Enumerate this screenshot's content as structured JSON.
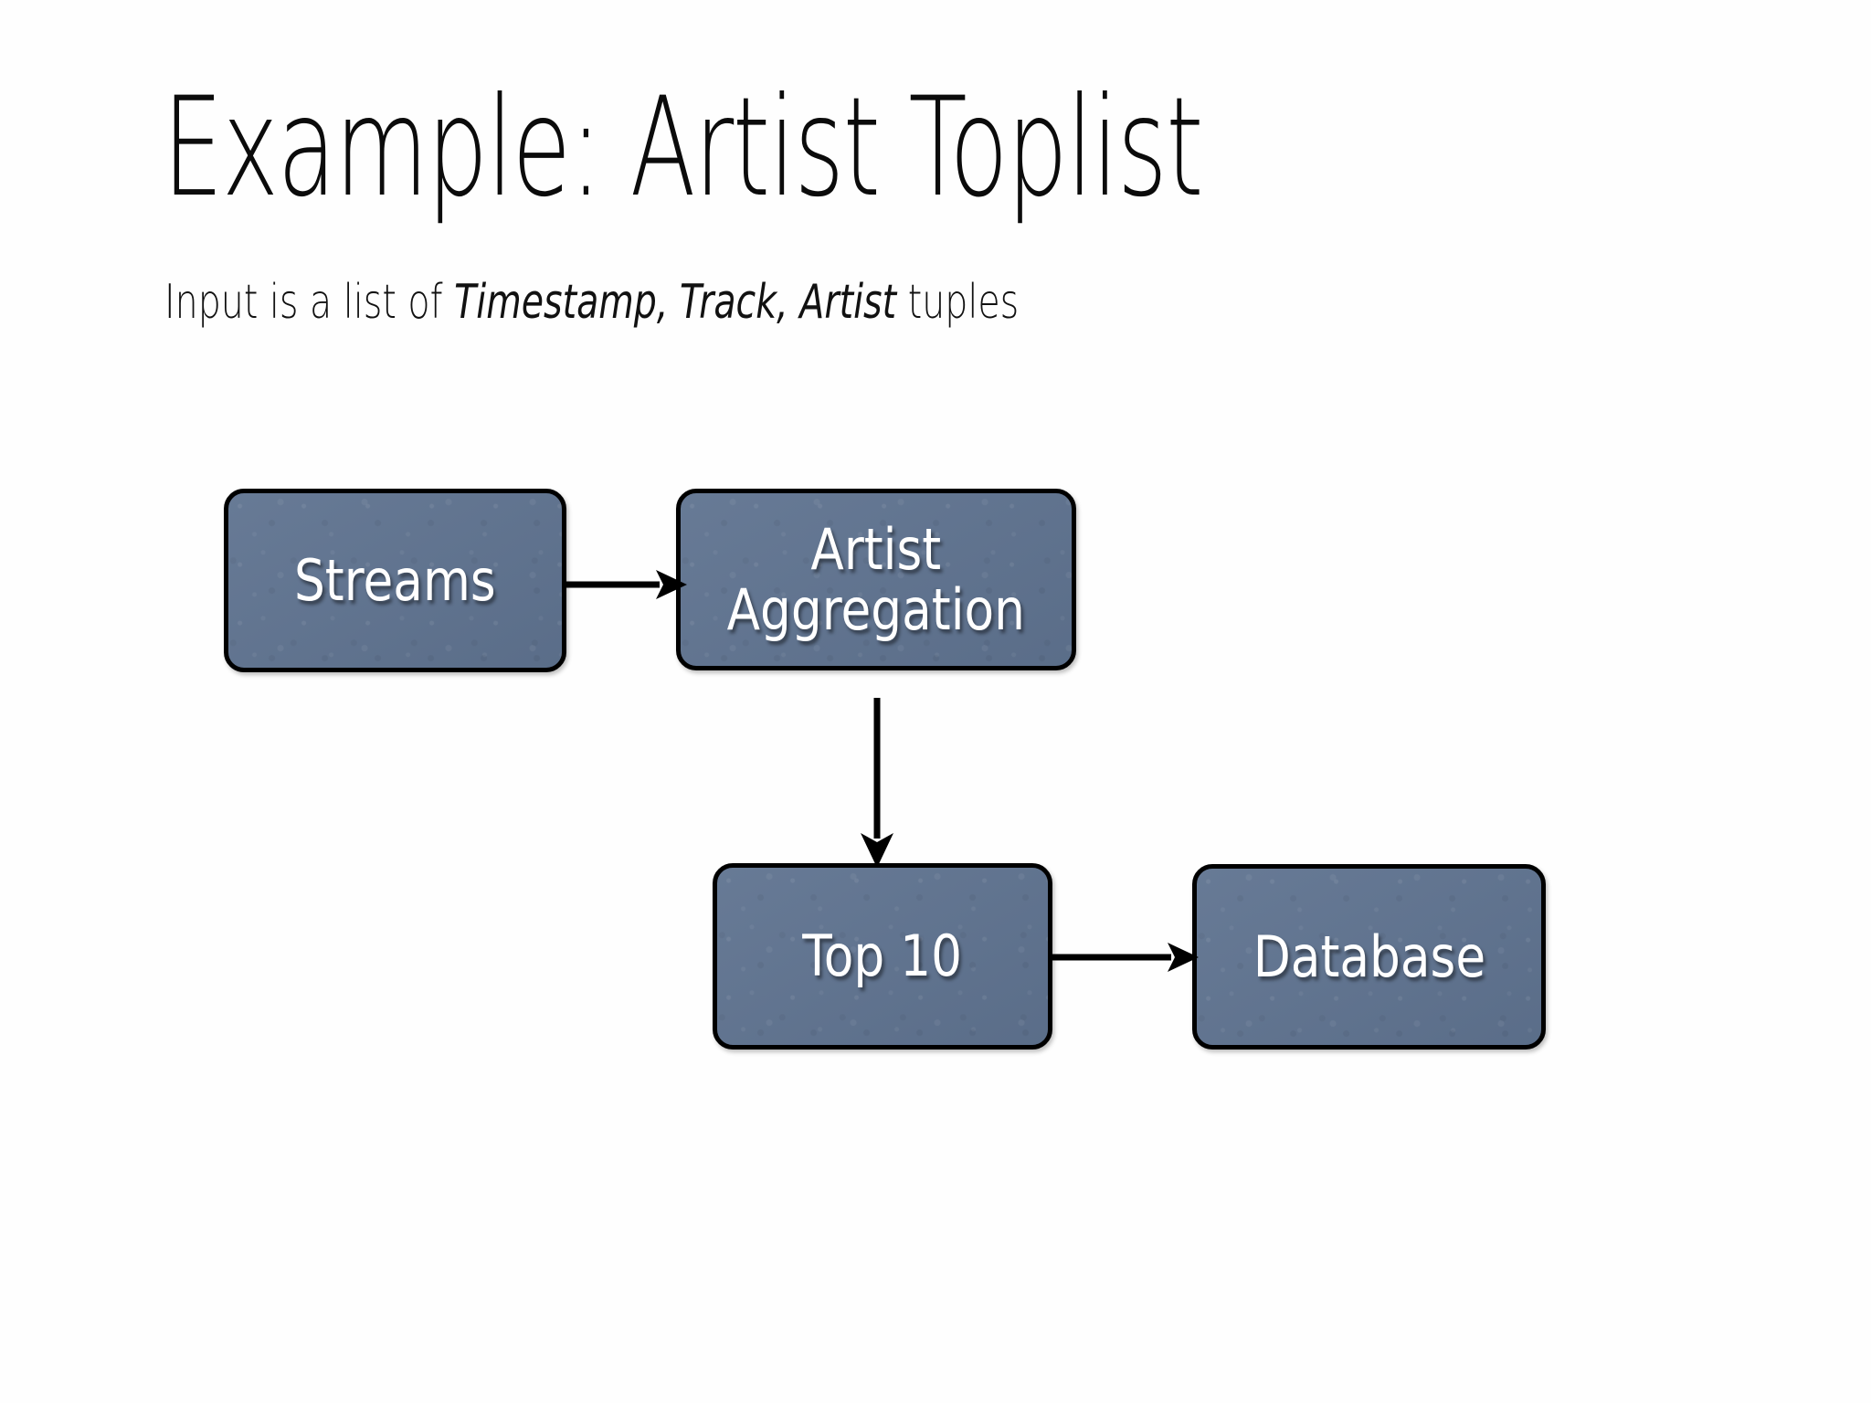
{
  "slide": {
    "title": "Example: Artist Toplist",
    "subtitle": {
      "lead": "Input is a list of ",
      "emphasis": "Timestamp, Track, Artist",
      "trail": " tuples"
    },
    "background_color": "#ffffff",
    "text_color": "#0b0b0b"
  },
  "diagram": {
    "type": "flow",
    "node_fill_color": "#5f7390",
    "node_border_color": "#000000",
    "node_text_color": "#ffffff",
    "arrow_color": "#000000",
    "nodes": [
      {
        "id": "streams",
        "label": "Streams"
      },
      {
        "id": "artistagg",
        "label": "Artist\nAggregation"
      },
      {
        "id": "top10",
        "label": "Top 10"
      },
      {
        "id": "database",
        "label": "Database"
      }
    ],
    "edges": [
      {
        "from": "streams",
        "to": "artistagg",
        "direction": "right"
      },
      {
        "from": "artistagg",
        "to": "top10",
        "direction": "down"
      },
      {
        "from": "top10",
        "to": "database",
        "direction": "right"
      }
    ]
  }
}
